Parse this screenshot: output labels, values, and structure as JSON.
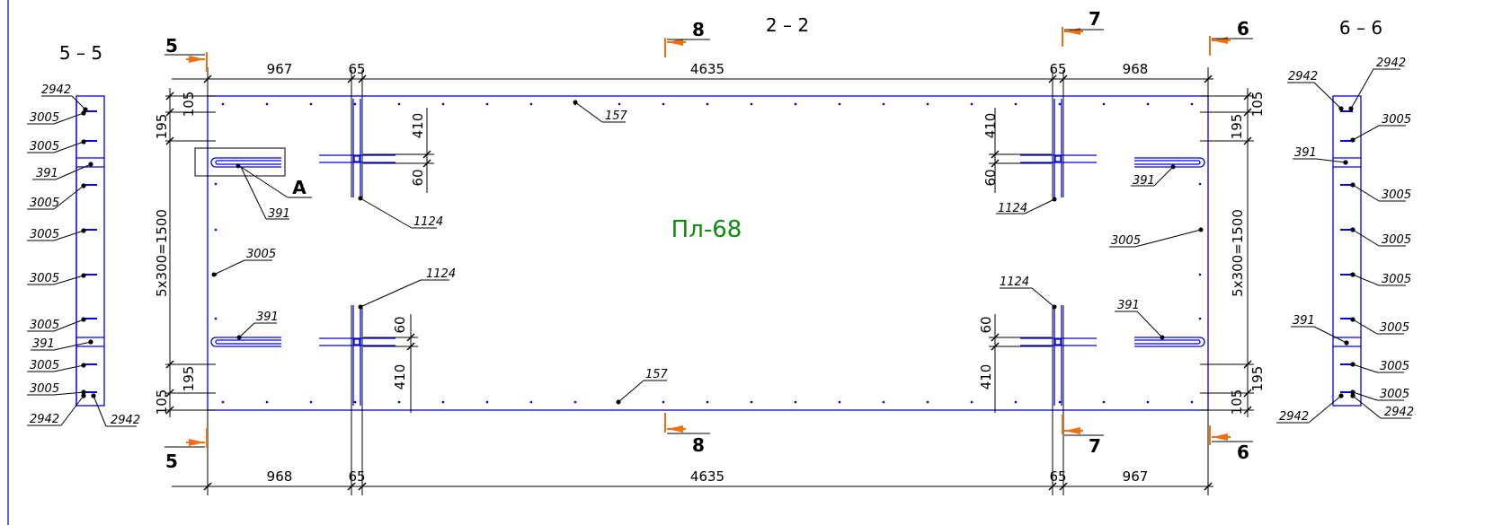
{
  "panel_mark": "Пл-68",
  "sections": {
    "s22": "2 – 2",
    "s55": "5 – 5",
    "s66": "6 – 6",
    "labels": [
      "5",
      "5",
      "8",
      "8",
      "7",
      "7",
      "6",
      "6"
    ],
    "detail": "A"
  },
  "dimensions": {
    "top": [
      "967",
      "65",
      "4635",
      "65",
      "968"
    ],
    "bottom": [
      "968",
      "65",
      "4635",
      "65",
      "967"
    ],
    "left": [
      "105",
      "195",
      "5х300=1500",
      "195",
      "105"
    ],
    "right": [
      "105",
      "195",
      "5х300=1500",
      "195",
      "105"
    ],
    "inner_top_left": [
      "410",
      "60"
    ],
    "inner_top_right": [
      "410",
      "60"
    ],
    "inner_bottom_left": [
      "60",
      "410"
    ],
    "inner_bottom_right": [
      "60",
      "410"
    ]
  },
  "callouts": {
    "main": [
      "157",
      "157",
      "391",
      "391",
      "391",
      "391",
      "1124",
      "1124",
      "1124",
      "1124",
      "3005",
      "3005"
    ],
    "left_section": [
      "2942",
      "3005",
      "3005",
      "391",
      "3005",
      "3005",
      "3005",
      "3005",
      "391",
      "3005",
      "3005",
      "2942",
      "2942"
    ],
    "right_section": [
      "2942",
      "2942",
      "3005",
      "391",
      "3005",
      "3005",
      "3005",
      "3005",
      "391",
      "3005",
      "3005",
      "2942",
      "2942"
    ]
  },
  "colors": {
    "reinforcement": "#0000e0",
    "section_arrow": "#f07010",
    "mark_text": "#108a10",
    "border": "#6464e6"
  }
}
